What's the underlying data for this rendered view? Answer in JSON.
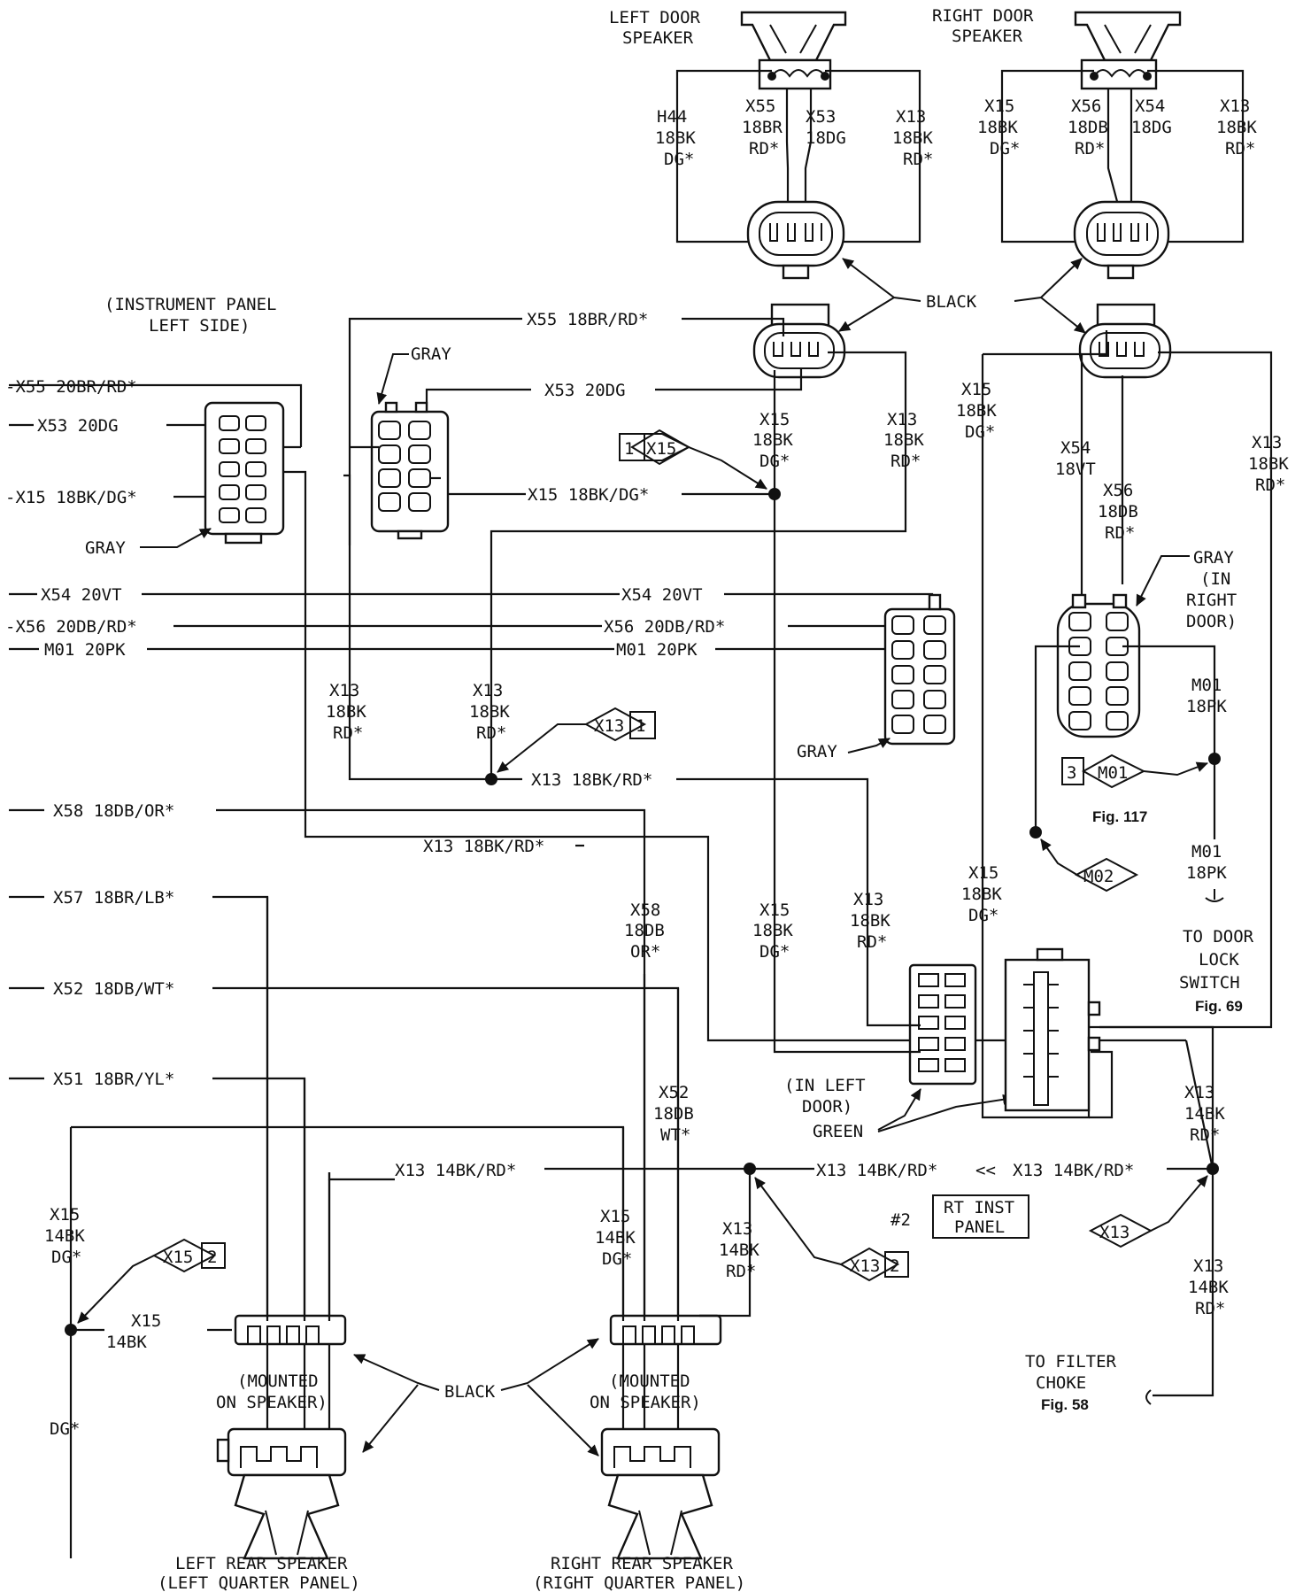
{
  "colors": {
    "ink": "#111111",
    "paper": "#ffffff"
  },
  "left_door_speaker": {
    "title": [
      "LEFT DOOR",
      "SPEAKER"
    ],
    "wires": [
      [
        "H44",
        "18BK",
        "DG*"
      ],
      [
        "X55",
        "18BR",
        "RD*"
      ],
      [
        "X53",
        "18DG"
      ],
      [
        "X13",
        "18BK",
        "RD*"
      ]
    ]
  },
  "right_door_speaker": {
    "title": [
      "RIGHT DOOR",
      "SPEAKER"
    ],
    "wires": [
      [
        "X15",
        "18BK",
        "DG*"
      ],
      [
        "X56",
        "18DB",
        "RD*"
      ],
      [
        "X54",
        "18DG"
      ],
      [
        "X13",
        "18BK",
        "RD*"
      ]
    ]
  },
  "instrument_panel": {
    "label": [
      "(INSTRUMENT PANEL",
      "LEFT SIDE)"
    ]
  },
  "left_harness": [
    "-X55 20BR/RD*",
    "X53 20DG",
    "-X15 18BK/DG*",
    "X54 20VT",
    "-X56 20DB/RD*",
    "M01 20PK",
    "X58 18DB/OR*",
    "X57 18BR/LB*",
    "X52 18DB/WT*",
    "X51 18BR/YL*"
  ],
  "connector_colors": {
    "gray": "GRAY",
    "black": "BLACK",
    "green": "GREEN"
  },
  "mid_labels": {
    "x55_run": "X55 18BR/RD*",
    "x53_run": "X53 20DG",
    "x15_run": "X15 18BK/DG*",
    "x54_run": "X54 20VT",
    "x56_run": "X56 20DB/RD*",
    "m01_run": "M01 20PK",
    "x13_run1": "X13 18BK/RD*",
    "x13_run2": "X13 18BK/RD*"
  },
  "stacked": {
    "x15_a": [
      "X15",
      "18BK",
      "DG*"
    ],
    "x13_a": [
      "X13",
      "18BK",
      "RD*"
    ],
    "x15_r": [
      "X15",
      "18BK",
      "DG*"
    ],
    "x54_r": [
      "X54",
      "18VT"
    ],
    "x56_r": [
      "X56",
      "18DB",
      "RD*"
    ],
    "x13_r": [
      "X13",
      "18BK",
      "RD*"
    ],
    "x13_b": [
      "X13",
      "18BK",
      "RD*"
    ],
    "x13_c": [
      "X13",
      "18BK",
      "RD*"
    ],
    "m01_a": [
      "M01",
      "18PK"
    ],
    "m01_b": [
      "M01",
      "18PK"
    ],
    "x58": [
      "X58",
      "18DB",
      "OR*"
    ],
    "x15_d": [
      "X15",
      "18BK",
      "DG*"
    ],
    "x13_d": [
      "X13",
      "18BK",
      "RD*"
    ],
    "x15_e": [
      "X15",
      "18BK",
      "DG*"
    ],
    "x52": [
      "X52",
      "18DB",
      "WT*"
    ],
    "x13_e": [
      "X13",
      "14BK",
      "RD*"
    ],
    "x13_f": [
      "X13",
      "14BK",
      "RD*"
    ],
    "x15_f": [
      "X15",
      "14BK",
      "DG*"
    ],
    "x15_g": [
      "X15",
      "14BK",
      "DG*"
    ],
    "x15_h": [
      "X15",
      "14BK",
      "DG*"
    ],
    "x13_g": [
      "X13",
      "14BK",
      "RD*"
    ]
  },
  "right_door_connector": {
    "label": [
      "GRAY",
      "(IN",
      "RIGHT",
      "DOOR)"
    ]
  },
  "left_door_connector": {
    "label": [
      "(IN LEFT",
      "DOOR)"
    ]
  },
  "refs": {
    "x15_1": {
      "num": "1",
      "code": "X15"
    },
    "x13_1": {
      "num": "1",
      "code": "X13"
    },
    "m01_3": {
      "num": "3",
      "code": "M01"
    },
    "m02": {
      "code": "M02"
    },
    "x15_2": {
      "num": "2",
      "code": "X15"
    },
    "x13_2": {
      "num": "2",
      "code": "X13"
    },
    "x13_plain": {
      "code": "X13"
    }
  },
  "fig_refs": {
    "fig117": "Fig. 117",
    "fig69": "Fig. 69",
    "fig58": "Fig. 58"
  },
  "destinations": {
    "door_lock": [
      "TO DOOR",
      "LOCK",
      "SWITCH"
    ],
    "filter_choke": [
      "TO FILTER",
      "CHOKE"
    ]
  },
  "rt_inst_panel": {
    "prefix": "#2",
    "label": [
      "RT INST",
      "PANEL"
    ]
  },
  "bottom_run": {
    "left": "X13 14BK/RD*",
    "mid": "X13 14BK/RD*",
    "right": "X13 14BK/RD*",
    "break_mark": "<<"
  },
  "mounted_on_speaker": [
    "(MOUNTED",
    "ON SPEAKER)"
  ],
  "rear_speakers": {
    "left": [
      "LEFT REAR SPEAKER",
      "(LEFT QUARTER PANEL)"
    ],
    "right": [
      "RIGHT REAR SPEAKER",
      "(RIGHT QUARTER PANEL)"
    ]
  }
}
